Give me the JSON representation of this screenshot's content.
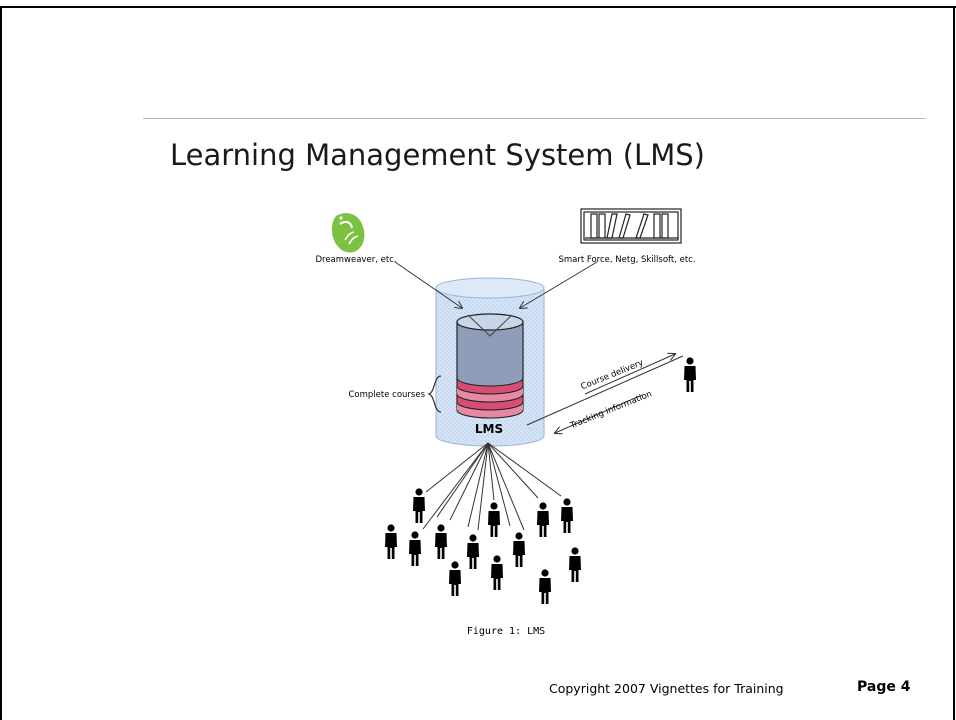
{
  "slide": {
    "title": "Learning Management System (LMS)",
    "copyright": "Copyright  2007 Vignettes for Training",
    "page_label": "Page 4"
  },
  "diagram": {
    "authoring_tool_label": "Dreamweaver, etc.",
    "content_vendor_label": "Smart Force, Netg, Skillsoft, etc.",
    "courses_label": "Complete courses",
    "lms_label": "LMS",
    "course_delivery_label": "Course delivery",
    "tracking_label": "Tracking information",
    "caption": "Figure 1: LMS",
    "icons": [
      "dreamweaver-logo",
      "bookshelf-icon",
      "database-cylinder",
      "person-icon"
    ],
    "colors": {
      "outer_cylinder": "#cfe0f3",
      "inner_cylinder": "#8f9eb8",
      "course_disk": "#e0557a",
      "logo_green": "#7cc242"
    }
  }
}
